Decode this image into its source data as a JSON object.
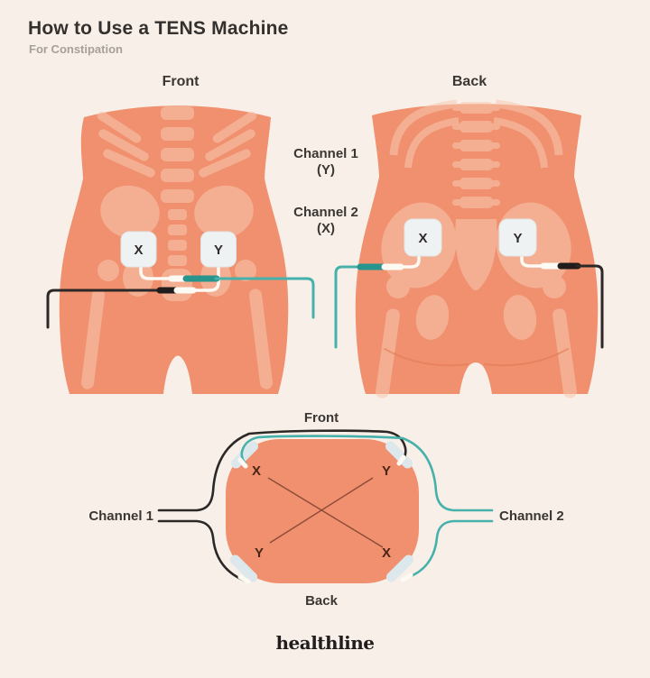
{
  "title": "How to Use a TENS Machine",
  "subtitle": "For Constipation",
  "colors": {
    "background": "#f8f0e8",
    "body_salmon": "#f0906e",
    "bone_light": "#f9c9b2",
    "pad_fill": "#eff2f2",
    "wire_teal": "#46b1ab",
    "plug_teal_dark": "#27958d",
    "wire_black": "#2b2827",
    "lead_white": "#fdfaf4",
    "diagonal_line": "#8c4b37",
    "text_dark": "#3a3633",
    "logo_color": "#211d1e"
  },
  "figures": {
    "front": {
      "label": "Front",
      "pads": [
        {
          "label": "X"
        },
        {
          "label": "Y"
        }
      ]
    },
    "back": {
      "label": "Back",
      "pads": [
        {
          "label": "X"
        },
        {
          "label": "Y"
        }
      ]
    }
  },
  "channel_legend": {
    "channel1": {
      "name": "Channel 1",
      "pad": "(Y)"
    },
    "channel2": {
      "name": "Channel 2",
      "pad": "(X)"
    }
  },
  "cross_section": {
    "front_label": "Front",
    "back_label": "Back",
    "channel1_label": "Channel 1",
    "channel2_label": "Channel 2",
    "corners": {
      "top_left": "X",
      "top_right": "Y",
      "bottom_left": "Y",
      "bottom_right": "X"
    }
  },
  "footer": {
    "logo": "healthline"
  }
}
